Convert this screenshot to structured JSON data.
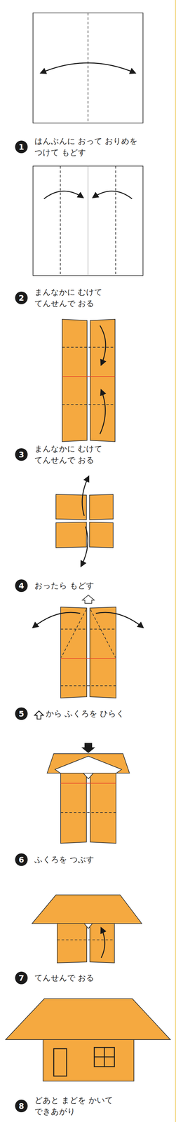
{
  "diagram": {
    "nodes": [
      {
        "text": [
          "1"
        ]
      },
      {
        "text": [
          "2"
        ]
      },
      {
        "text": [
          "3"
        ]
      },
      {
        "text": [
          "4"
        ]
      },
      {
        "text": [
          "5"
        ]
      },
      {
        "text": [
          "6"
        ]
      },
      {
        "text": [
          "7"
        ]
      },
      {
        "text": [
          "8"
        ]
      }
    ],
    "labels": [
      "はんぶんに おって おりめを つけて もどす",
      "まんなかに むけて てんせんで おる",
      "まんなかに むけて てんせんで おる",
      "おったら もどす",
      "から ふくろを ひらく",
      "ふくろを つぶす",
      "てんせんで おる",
      "どあと まどを かいて できあがり"
    ]
  }
}
